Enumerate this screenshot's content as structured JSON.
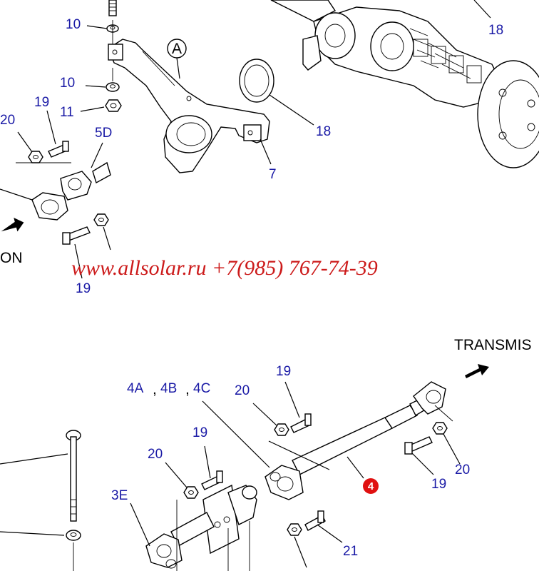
{
  "watermark": "www.allsolar.ru +7(985) 767-74-39",
  "callouts": {
    "l10a": "10",
    "l10b": "10",
    "l11": "11",
    "lA": "A",
    "l18a": "18",
    "l18b": "18",
    "l19a": "19",
    "l20a": "20",
    "l5D": "5D",
    "l7": "7",
    "lON": "ON",
    "l19b": "19",
    "lTransmis": "TRANSMIS",
    "l4A": "4A",
    "comma1": ",",
    "l4B": "4B",
    "comma2": ",",
    "l4C": "4C",
    "l20b": "20",
    "l19c": "19",
    "l19d": "19",
    "l20c": "20",
    "l3E": "3E",
    "l4": "4",
    "l19e": "19",
    "l20d": "20",
    "l21": "21"
  },
  "colors": {
    "label_blue": "#1a1aa6",
    "watermark_red": "#cc1a1a",
    "highlight_red": "#e01010"
  }
}
